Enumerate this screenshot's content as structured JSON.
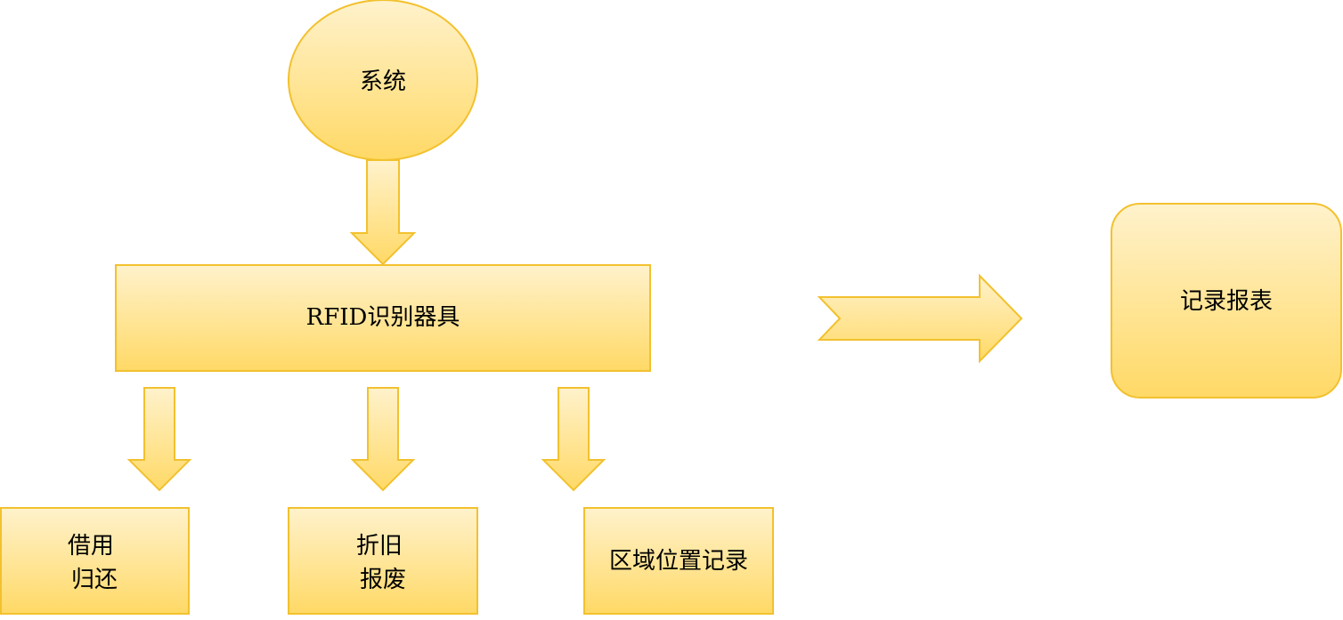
{
  "diagram": {
    "colors": {
      "fill_top": "#fff2cc",
      "fill_bottom": "#ffd966",
      "stroke": "#f2c12e",
      "text": "#000000"
    },
    "nodes": {
      "system": {
        "label": "系统",
        "shape": "ellipse"
      },
      "rfid": {
        "label": "RFID识别器具",
        "shape": "rectangle"
      },
      "borrow_return": {
        "lines": [
          "借用",
          "归还"
        ],
        "shape": "rectangle"
      },
      "depreciation_scrap": {
        "lines": [
          "折旧",
          "报废"
        ],
        "shape": "rectangle"
      },
      "area_location": {
        "label": "区域位置记录",
        "shape": "rectangle"
      },
      "report": {
        "label": "记录报表",
        "shape": "rounded-rectangle"
      }
    },
    "edges": [
      {
        "from": "system",
        "to": "rfid",
        "style": "block-arrow-down"
      },
      {
        "from": "rfid",
        "to": "borrow_return",
        "style": "block-arrow-down"
      },
      {
        "from": "rfid",
        "to": "depreciation_scrap",
        "style": "block-arrow-down"
      },
      {
        "from": "rfid",
        "to": "area_location",
        "style": "block-arrow-down"
      },
      {
        "from": "rfid",
        "to": "report",
        "style": "notched-arrow-right"
      }
    ]
  }
}
